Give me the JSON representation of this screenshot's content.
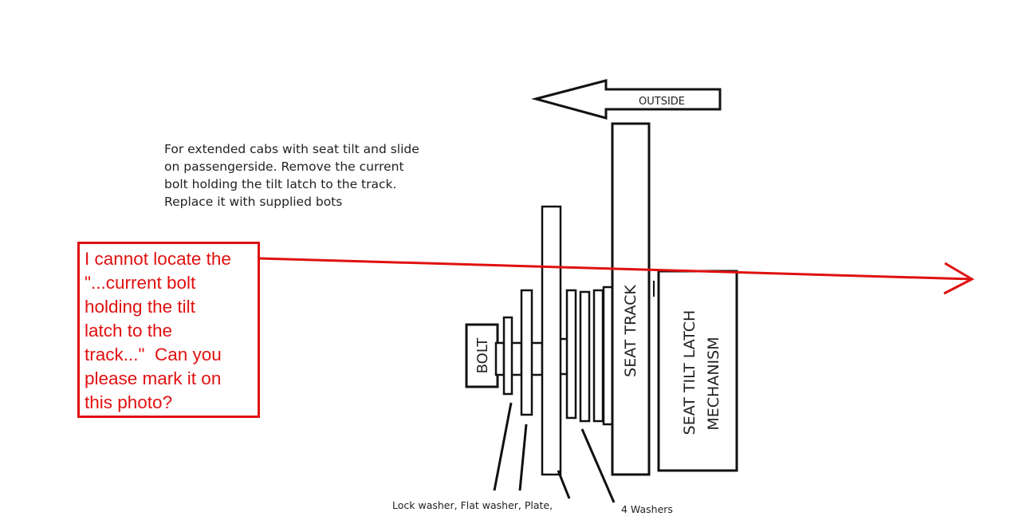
{
  "instructions": [
    "For extended cabs with seat tilt and slide",
    "on passengerside. Remove the current",
    "bolt holding the tilt latch to the track.",
    "Replace it with supplied bots"
  ],
  "question": [
    "I cannot locate the",
    "\"...current bolt",
    "holding the tilt",
    "latch to the",
    "track...\"  Can you",
    "please mark it on",
    "this photo?"
  ],
  "labels": {
    "outside": "OUTSIDE",
    "bolt": "BOLT",
    "seat_track": "SEAT TRACK",
    "latch_line1": "SEAT TILT LATCH",
    "latch_line2": "MECHANISM",
    "bottom_left": "Lock washer, Flat washer, Plate,",
    "bottom_right": "4 Washers"
  },
  "colors": {
    "annotation": "#e01010",
    "ink": "#111111",
    "text": "#222222"
  }
}
